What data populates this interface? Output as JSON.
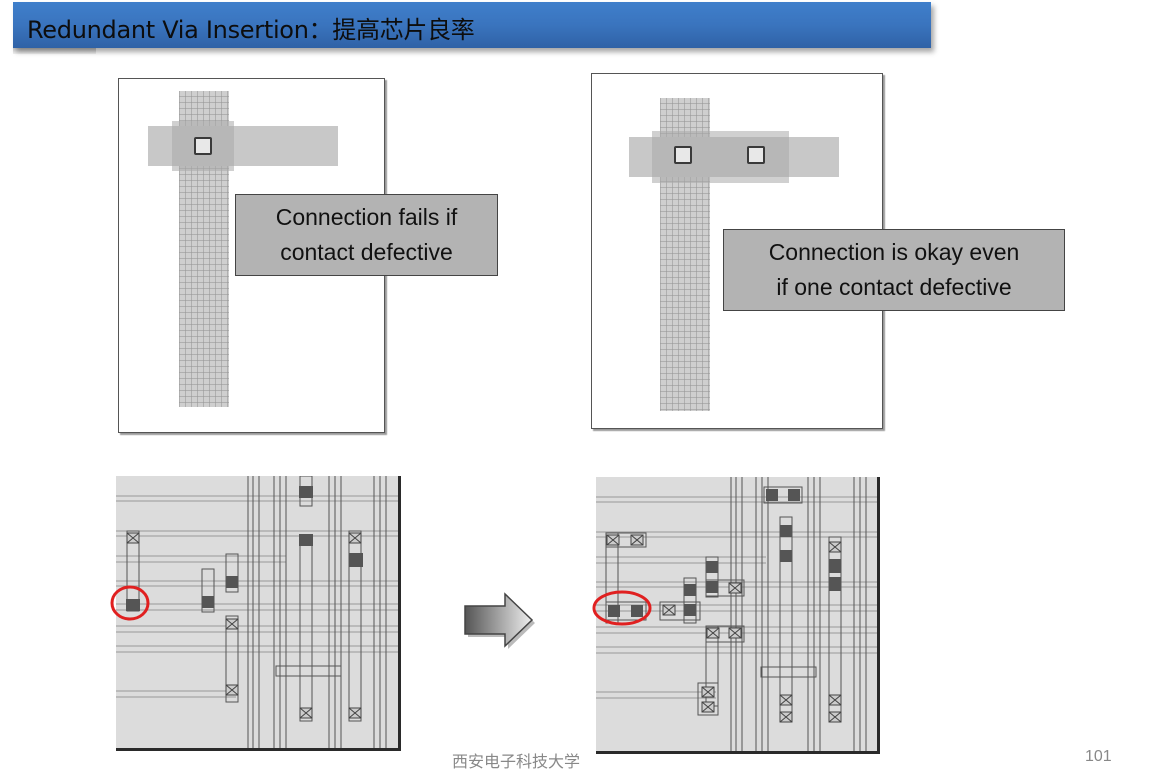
{
  "slide": {
    "title": "Redundant Via Insertion：提高芯片良率",
    "footer": "西安电子科技大学",
    "page_number": "101"
  },
  "panels": {
    "single_via": {
      "callout_line1": "Connection fails if",
      "callout_line2": "contact defective"
    },
    "double_via": {
      "callout_line1": "Connection is okay even",
      "callout_line2": "if one contact defective"
    }
  },
  "layouts": {
    "before": {
      "label": "layout-before-insertion",
      "highlight_color": "#e02020"
    },
    "after": {
      "label": "layout-after-insertion",
      "highlight_color": "#e02020"
    }
  },
  "colors": {
    "title_bar": "#3a74be",
    "callout_bg": "#b3b3b3"
  }
}
